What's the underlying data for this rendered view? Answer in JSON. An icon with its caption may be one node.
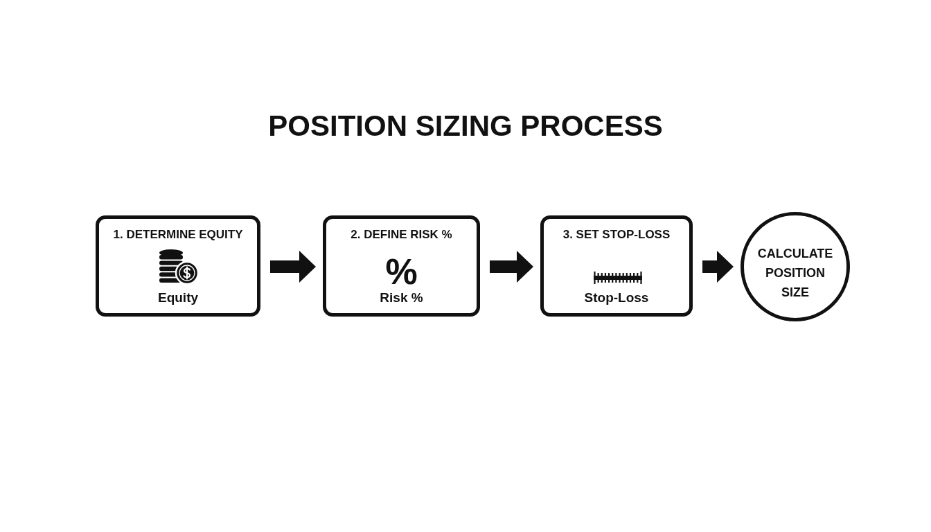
{
  "diagram": {
    "title": "POSITION SIZING PROCESS",
    "nodes": [
      {
        "text": [
          "1. DETERMINE EQUITY",
          "Equity"
        ]
      },
      {
        "text": [
          "2. DEFINE RISK %",
          "%",
          "Risk %"
        ]
      },
      {
        "text": [
          "3. SET STOP-LOSS",
          "Stop-Loss"
        ]
      },
      {
        "text": [
          "CALCULATE POSITION SIZE"
        ]
      }
    ],
    "edges": [
      {
        "from": 0,
        "to": 1,
        "arrow": "to"
      },
      {
        "from": 1,
        "to": 2,
        "arrow": "to"
      },
      {
        "from": 2,
        "to": 3,
        "arrow": "to"
      }
    ]
  }
}
